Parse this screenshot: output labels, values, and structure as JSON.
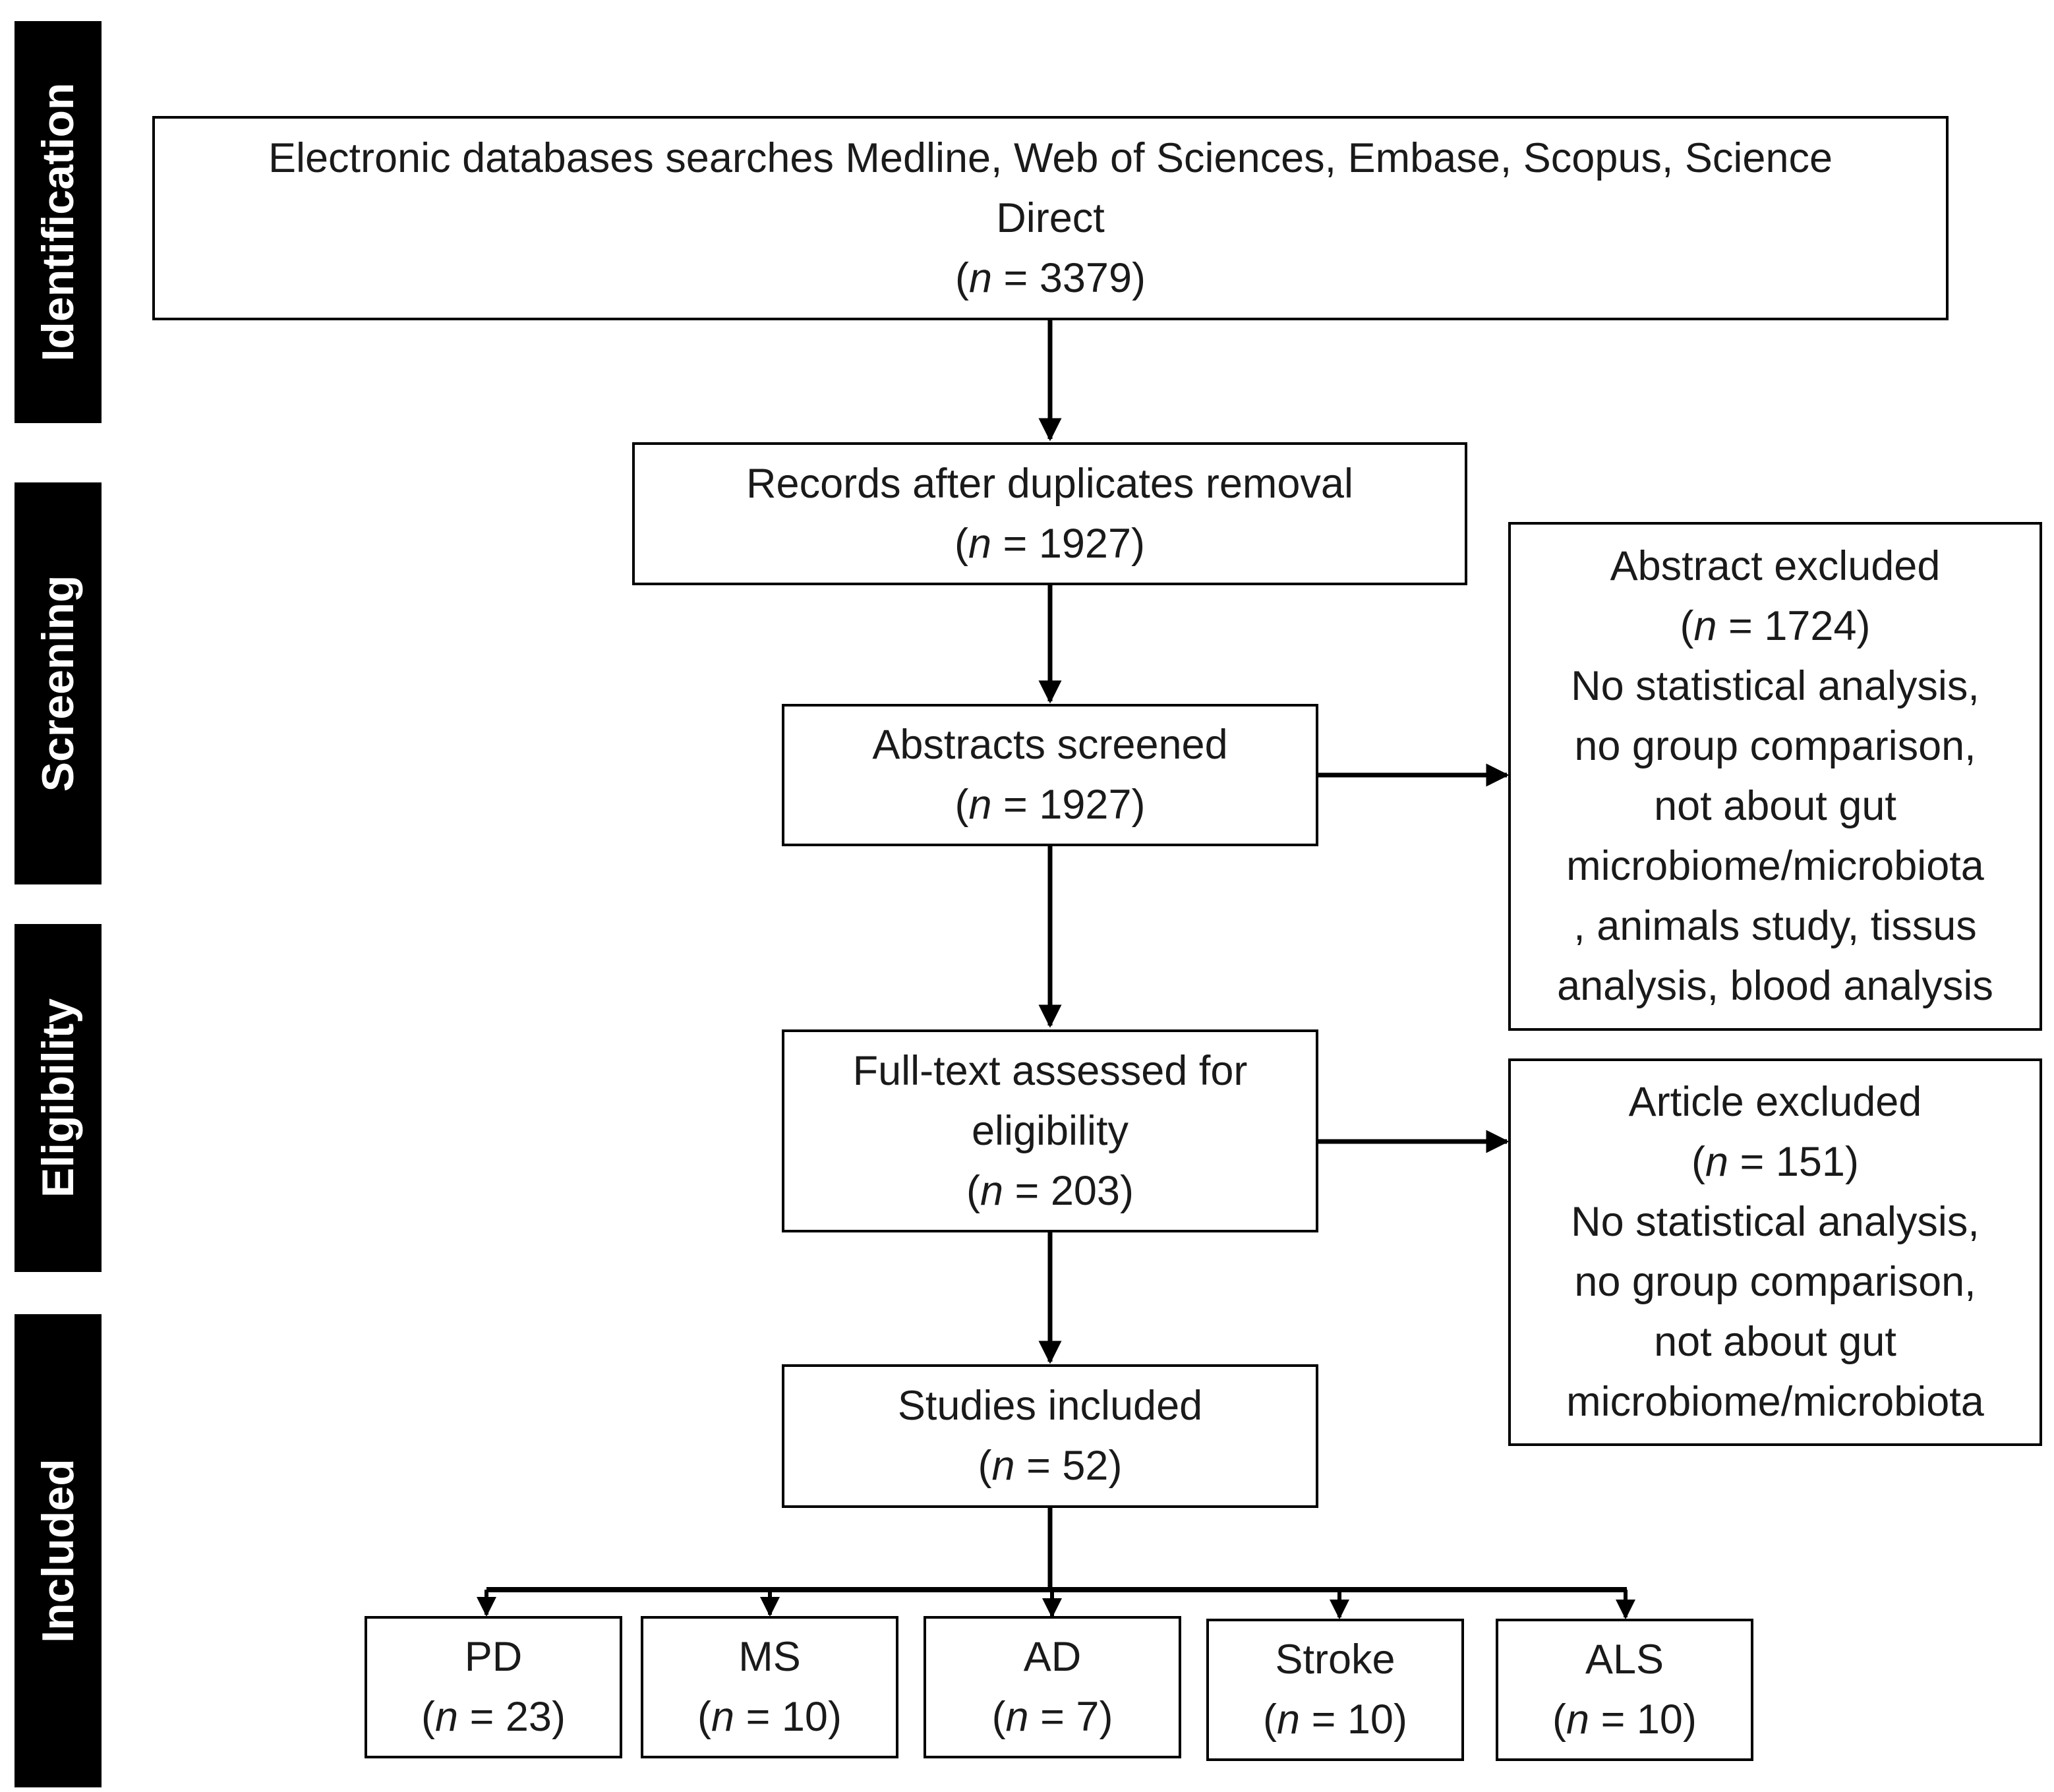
{
  "stages": [
    {
      "id": "identification",
      "label": "Identification"
    },
    {
      "id": "screening",
      "label": "Screening"
    },
    {
      "id": "eligibility",
      "label": "Eligibility"
    },
    {
      "id": "included",
      "label": "Included"
    }
  ],
  "boxes": {
    "databases": {
      "lines": [
        "Electronic databases searches Medline, Web of Sciences, Embase, Scopus, Science",
        "Direct"
      ],
      "n": "3379"
    },
    "duplicates": {
      "lines": [
        "Records after duplicates removal"
      ],
      "n": "1927"
    },
    "abstracts_screened": {
      "lines": [
        "Abstracts screened"
      ],
      "n": "1927"
    },
    "abstract_excluded": {
      "title": "Abstract excluded",
      "n": "1724",
      "reasons": [
        "No statistical analysis,",
        "no group comparison,",
        "not about gut",
        "microbiome/microbiota",
        ", animals study, tissus",
        "analysis, blood analysis"
      ]
    },
    "fulltext": {
      "lines": [
        "Full-text assessed for",
        "eligibility"
      ],
      "n": "203"
    },
    "article_excluded": {
      "title": "Article excluded",
      "n": "151",
      "reasons": [
        "No statistical analysis,",
        "no group comparison,",
        "not about gut",
        "microbiome/microbiota"
      ]
    },
    "studies_included": {
      "lines": [
        "Studies included"
      ],
      "n": "52"
    }
  },
  "n_prefix": "n",
  "n_equals": " = ",
  "outcomes": [
    {
      "label": "PD",
      "n": "23"
    },
    {
      "label": "MS",
      "n": "10"
    },
    {
      "label": "AD",
      "n": "7"
    },
    {
      "label": "Stroke",
      "n": "10"
    },
    {
      "label": "ALS",
      "n": "10"
    }
  ]
}
